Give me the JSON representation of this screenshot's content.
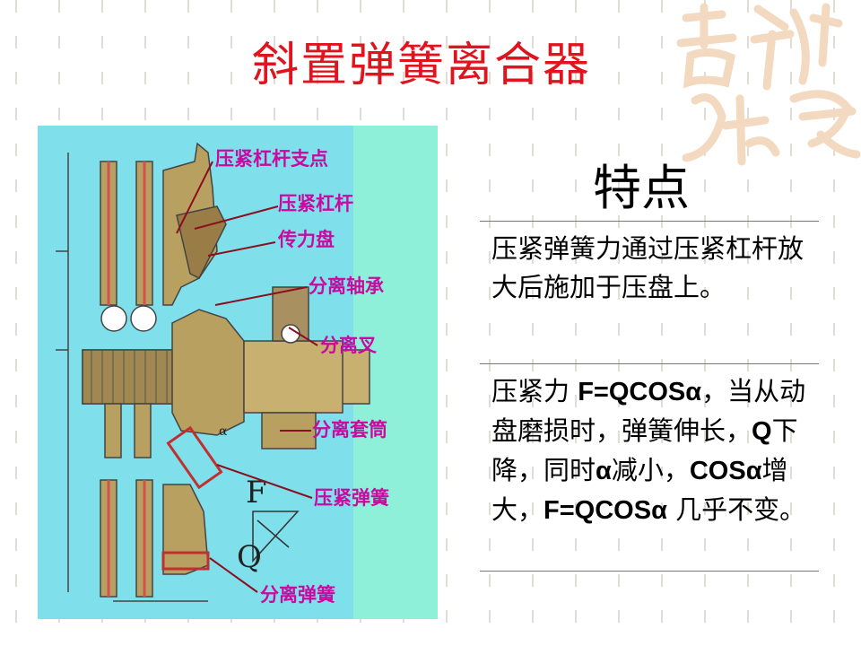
{
  "slide": {
    "title": "斜置弹簧离合器",
    "feature_title": "特点",
    "paragraph1": "压紧弹簧力通过压紧杠杆放大后施加于压盘上。",
    "paragraph2": {
      "seg1": "压紧力 ",
      "formula1": "F=QCOSα",
      "seg2": "，当从动盘磨损时，弹簧伸长，",
      "q": "Q",
      "seg3": "下降，同时",
      "alpha": "α",
      "seg4": "减小，",
      "cos": "COSα",
      "seg5": "增大，",
      "formula2": "F=QCOSα",
      "seg6": " 几乎不变。"
    }
  },
  "diagram": {
    "labels": {
      "fulcrum": "压紧杠杆支点",
      "lever": "压紧杠杆",
      "drive_plate": "传力盘",
      "release_bearing": "分离轴承",
      "release_fork": "分离叉",
      "release_sleeve": "分离套筒",
      "pressure_spring": "压紧弹簧",
      "release_spring": "分离弹簧"
    },
    "symbols": {
      "force_f": "F",
      "force_q": "Q",
      "angle": "α"
    }
  },
  "colors": {
    "title": "#e0141e",
    "diagram_bg": "#7fe0ec",
    "diagram_bg_right": "#8ef0d8",
    "label": "#c80aa0",
    "leader": "#8a1020",
    "parts": "#b8a060"
  }
}
